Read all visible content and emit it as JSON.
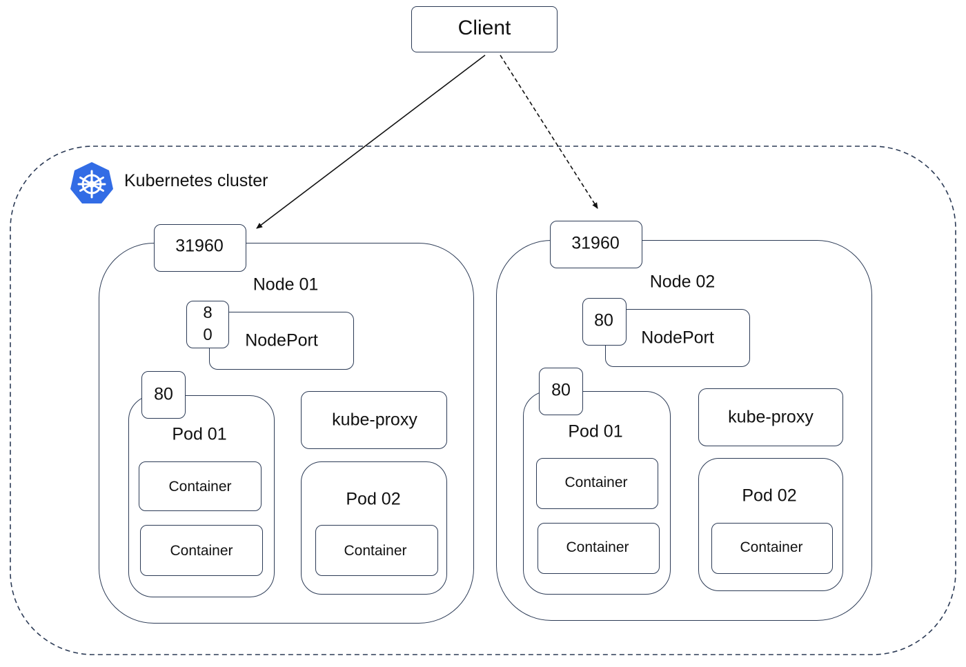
{
  "client": {
    "label": "Client"
  },
  "cluster": {
    "label": "Kubernetes cluster",
    "icon": "kubernetes-logo-icon",
    "icon_color": "#326ce5"
  },
  "nodes": [
    {
      "name": "Node 01",
      "node_port": "31960",
      "service_port": "8\n0",
      "service_label": "NodePort",
      "pod_port": "80",
      "kube_proxy": "kube-proxy",
      "pod01": {
        "label": "Pod 01",
        "containers": [
          "Container",
          "Container"
        ]
      },
      "pod02": {
        "label": "Pod 02",
        "containers": [
          "Container"
        ]
      }
    },
    {
      "name": "Node 02",
      "node_port": "31960",
      "service_port": "80",
      "service_label": "NodePort",
      "pod_port": "80",
      "kube_proxy": "kube-proxy",
      "pod01": {
        "label": "Pod 01",
        "containers": [
          "Container",
          "Container"
        ]
      },
      "pod02": {
        "label": "Pod 02",
        "containers": [
          "Container"
        ]
      }
    }
  ],
  "colors": {
    "stroke": "#2b3a55",
    "line": "#111111"
  }
}
